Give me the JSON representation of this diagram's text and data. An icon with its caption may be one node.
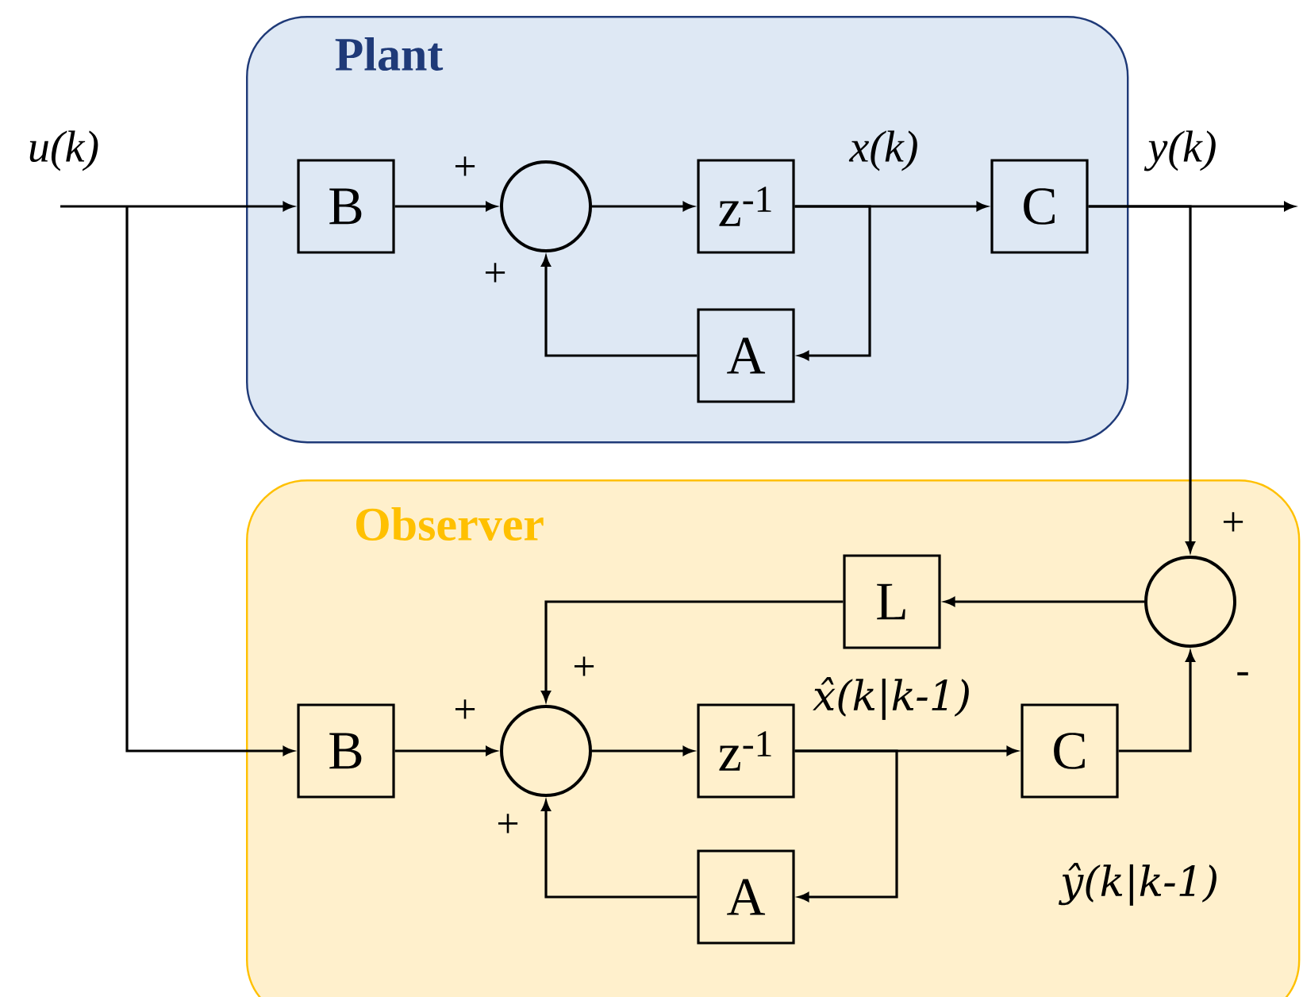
{
  "diagram": {
    "nodes": [
      {
        "text": [
          "Plant"
        ]
      },
      {
        "text": [
          "B"
        ],
        "in": 0
      },
      {
        "text": [],
        "shape": "circle",
        "in": 0
      },
      {
        "text": [
          "z$^{-1}$"
        ],
        "in": 0
      },
      {
        "text": [
          "C"
        ],
        "in": 0
      },
      {
        "text": [
          "A"
        ],
        "in": 0
      },
      {
        "text": [
          "Observer"
        ]
      },
      {
        "text": [
          "L"
        ],
        "in": 6
      },
      {
        "text": [],
        "shape": "circle",
        "in": 6
      },
      {
        "text": [
          "B"
        ],
        "in": 6
      },
      {
        "text": [],
        "shape": "circle",
        "in": 6
      },
      {
        "text": [
          "z$^{-1}$"
        ],
        "in": 6
      },
      {
        "text": [
          "C"
        ],
        "in": 6
      },
      {
        "text": [
          "A"
        ],
        "in": 6
      }
    ],
    "edges": [
      {
        "from": null,
        "to": 1,
        "arrow": "to"
      },
      {
        "from": null,
        "to": 9,
        "arrow": "to"
      },
      {
        "from": 1,
        "to": 2,
        "arrow": "to"
      },
      {
        "from": 2,
        "to": 3,
        "arrow": "to"
      },
      {
        "from": 3,
        "to": 4,
        "arrow": "to"
      },
      {
        "from": 3,
        "to": 5,
        "arrow": "to"
      },
      {
        "from": 5,
        "to": 2,
        "arrow": "to"
      },
      {
        "from": 4,
        "to": null,
        "arrow": "to"
      },
      {
        "from": 4,
        "to": 8,
        "arrow": "to"
      },
      {
        "from": 8,
        "to": 7,
        "arrow": "to"
      },
      {
        "from": 7,
        "to": 10,
        "arrow": "to"
      },
      {
        "from": 9,
        "to": 10,
        "arrow": "to"
      },
      {
        "from": 10,
        "to": 11,
        "arrow": "to"
      },
      {
        "from": 11,
        "to": 12,
        "arrow": "to"
      },
      {
        "from": 11,
        "to": 13,
        "arrow": "to"
      },
      {
        "from": 13,
        "to": 10,
        "arrow": "to"
      },
      {
        "from": 12,
        "to": 8,
        "arrow": "to"
      }
    ],
    "labels": [
      "u(k)",
      "+",
      "x(k)",
      "y(k)",
      "+",
      "+",
      "+",
      "-",
      "x̂(k|k-1)",
      "+",
      "+",
      "ŷ(k|k-1)"
    ]
  }
}
